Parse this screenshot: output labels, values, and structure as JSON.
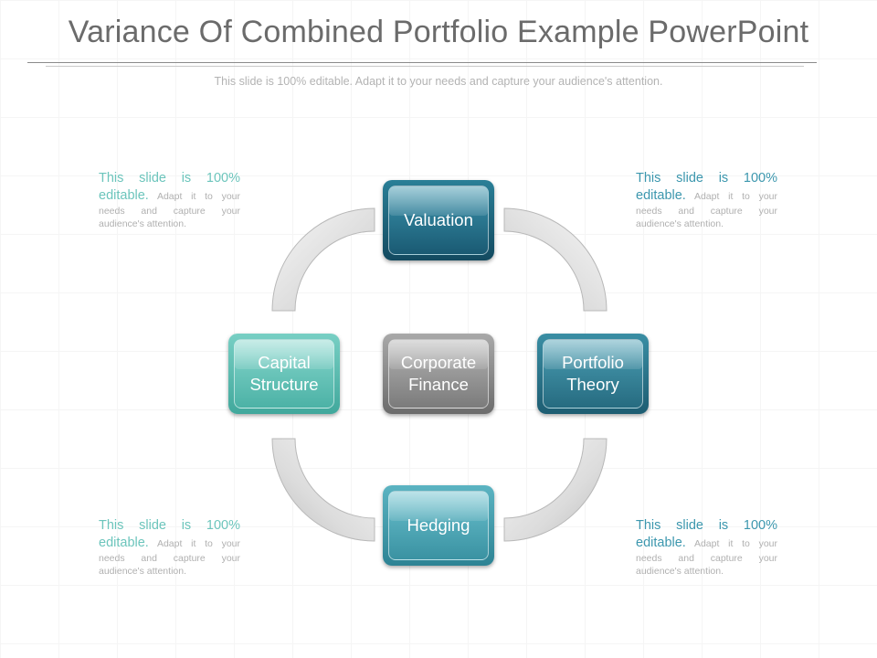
{
  "slide": {
    "title": "Variance Of Combined Portfolio Example PowerPoint",
    "subtitle": "This slide is 100% editable. Adapt it to your needs and capture your audience's attention."
  },
  "diagram": {
    "center": {
      "label": "Corporate\nFinance",
      "color": "#8c8c8c"
    },
    "top": {
      "label": "Valuation",
      "color": "#1f6680"
    },
    "right": {
      "label": "Portfolio\nTheory",
      "color": "#2b7589"
    },
    "left": {
      "label": "Capital\nStructure",
      "color": "#5bbfb3"
    },
    "bottom": {
      "label": "Hedging",
      "color": "#439dac"
    }
  },
  "notes": {
    "top_left": {
      "highlight": "This slide is 100% editable.",
      "body": "Adapt it to your needs and capture your audience's attention."
    },
    "top_right": {
      "highlight": "This slide is 100% editable.",
      "body": "Adapt it to your needs and capture your audience's attention."
    },
    "bottom_left": {
      "highlight": "This slide is 100% editable.",
      "body": "Adapt it to your needs and capture your audience's attention."
    },
    "bottom_right": {
      "highlight": "This slide is 100% editable.",
      "body": "Adapt it to your needs and capture your audience's attention."
    }
  }
}
